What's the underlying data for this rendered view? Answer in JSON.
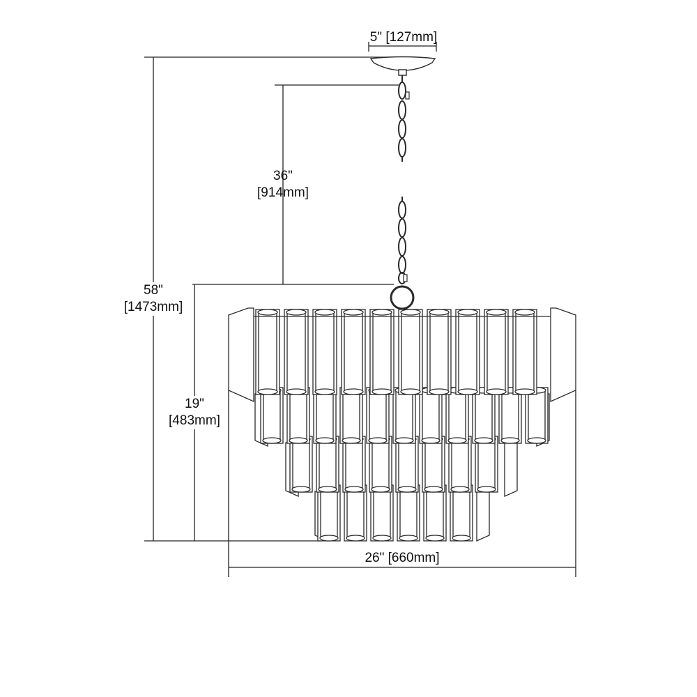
{
  "dimensions": {
    "canopy_width": {
      "text": "5\" [127mm]"
    },
    "chain_length": {
      "line1": "36\"",
      "line2": "[914mm]"
    },
    "overall_height": {
      "line1": "58\"",
      "line2": "[1473mm]"
    },
    "fixture_height": {
      "line1": "19\"",
      "line2": "[483mm]"
    },
    "fixture_width": {
      "text": "26\" [660mm]"
    }
  },
  "colors": {
    "line": "#2a2a2a",
    "background": "#ffffff"
  }
}
